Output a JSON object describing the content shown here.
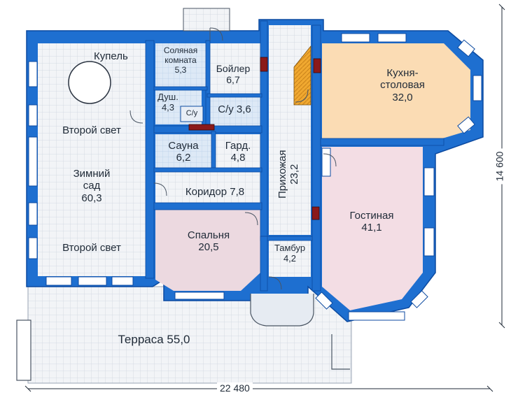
{
  "plan": {
    "rooms": [
      {
        "id": "kupel",
        "label": "Купель"
      },
      {
        "id": "solyanaya",
        "label": "Соляная комната",
        "line1": "Соляная",
        "line2": "комната",
        "area": "5,3"
      },
      {
        "id": "boiler",
        "label": "Бойлер",
        "area": "6,7"
      },
      {
        "id": "dush",
        "label": "Душ.",
        "area": "4,3"
      },
      {
        "id": "su_small",
        "label": "С/у"
      },
      {
        "id": "su",
        "label": "С/у 3,6"
      },
      {
        "id": "vtoroy_svet_top",
        "label": "Второй свет"
      },
      {
        "id": "zimniy_sad",
        "line1": "Зимний",
        "line2": "сад",
        "area": "60,3"
      },
      {
        "id": "vtoroy_svet_bottom",
        "label": "Второй свет"
      },
      {
        "id": "sauna",
        "label": "Сауна",
        "area": "6,2"
      },
      {
        "id": "gard",
        "label": "Гард.",
        "area": "4,8"
      },
      {
        "id": "koridor",
        "label": "Коридор 7,8"
      },
      {
        "id": "prihozhaya",
        "label": "Прихожая",
        "area": "23,2"
      },
      {
        "id": "kuhnya",
        "line1": "Кухня-",
        "line2": "столовая",
        "area": "32,0"
      },
      {
        "id": "gostinaya",
        "label": "Гостиная",
        "area": "41,1"
      },
      {
        "id": "spalnya",
        "label": "Спальня",
        "area": "20,5"
      },
      {
        "id": "tambur",
        "label": "Тамбур",
        "area": "4,2"
      },
      {
        "id": "terrasa",
        "label": "Терраса 55,0"
      }
    ],
    "dimensions": {
      "width": "22 480",
      "height": "14 600"
    },
    "colors": {
      "wall": "#1e6fd0",
      "wall_edge": "#0c4aa0",
      "window": "#ffffff",
      "grid_floor": "#eef1f5",
      "kitchen": "#fbdcb4",
      "living": "#f3dde4",
      "bedroom": "#ecd9e0",
      "wet_room": "#dce8f5",
      "stairs": "#f0a830"
    }
  }
}
